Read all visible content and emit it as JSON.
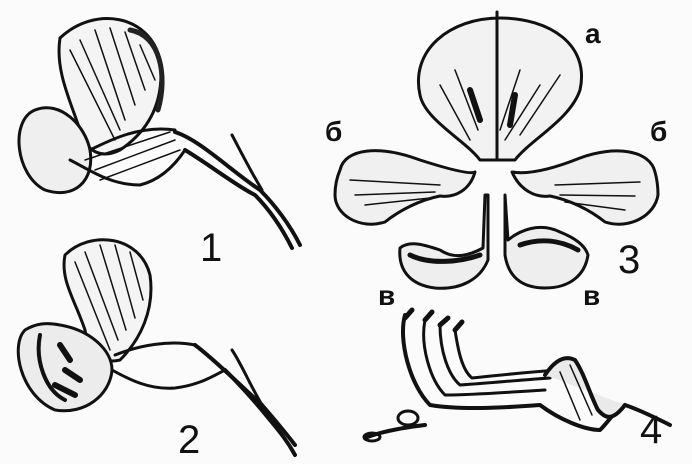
{
  "figure": {
    "labels": {
      "fig1": "1",
      "fig2": "2",
      "fig3": "3",
      "fig4": "4",
      "a": "а",
      "b_left": "б",
      "b_right": "б",
      "v_left": "в",
      "v_right": "в"
    }
  }
}
